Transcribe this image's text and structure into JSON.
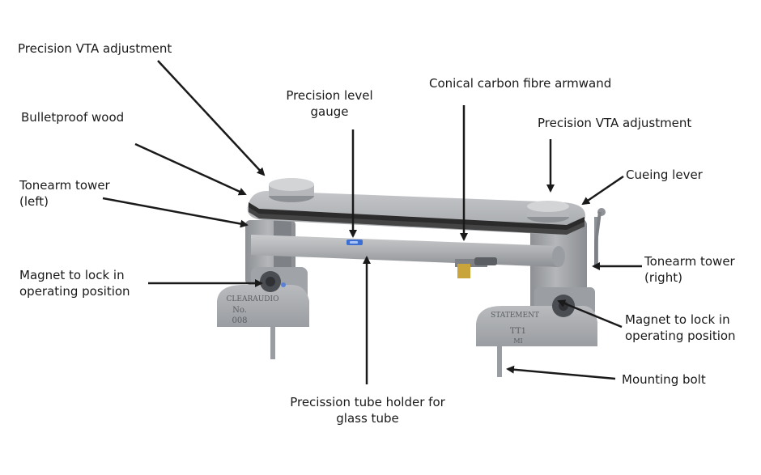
{
  "labels": {
    "vta_left": "Precision VTA adjustment",
    "wood": "Bulletproof wood",
    "tower_left": [
      "Tonearm tower",
      "(left)"
    ],
    "magnet_left": [
      "Magnet to lock in",
      "operating position"
    ],
    "level_gauge": [
      "Precision level",
      "gauge"
    ],
    "armwand": "Conical carbon fibre armwand",
    "vta_right": "Precision VTA adjustment",
    "cueing": "Cueing lever",
    "tower_right": [
      "Tonearm tower",
      "(right)"
    ],
    "magnet_right": [
      "Magnet to lock in",
      "operating position"
    ],
    "mounting_bolt": "Mounting bolt",
    "tube_holder": [
      "Precission tube holder for",
      "glass tube"
    ]
  },
  "engravings": {
    "left_brand": "CLEARAUDIO",
    "left_no": "No.",
    "left_serial": "008",
    "right_brand": "STATEMENT",
    "right_model": "TT1",
    "right_sub": "MI"
  },
  "colors": {
    "metal": "#a9abae",
    "metal_dark": "#8d9094",
    "metal_light": "#c9cbcd",
    "wood_band": "#2b2b2b",
    "arrow": "#1a1a1a",
    "level_blue": "#3c6fd1",
    "brass": "#c9a43a"
  }
}
